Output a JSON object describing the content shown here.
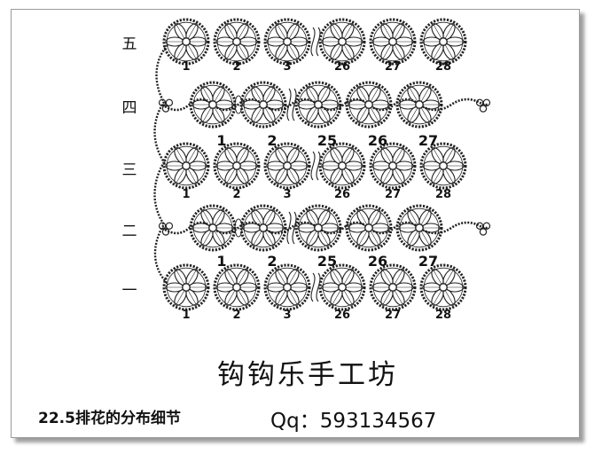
{
  "rows": [
    {
      "label": "五",
      "type": "A",
      "numbers": [
        "1",
        "2",
        "3",
        "26",
        "27",
        "28"
      ]
    },
    {
      "label": "四",
      "type": "B",
      "numbers": [
        "1",
        "2",
        "25",
        "26",
        "27"
      ]
    },
    {
      "label": "三",
      "type": "A",
      "numbers": [
        "1",
        "2",
        "3",
        "26",
        "27",
        "28"
      ]
    },
    {
      "label": "二",
      "type": "B",
      "numbers": [
        "1",
        "2",
        "25",
        "26",
        "27"
      ]
    },
    {
      "label": "一",
      "type": "A",
      "numbers": [
        "1",
        "2",
        "3",
        "26",
        "27",
        "28"
      ]
    }
  ],
  "workshop_name": "钩钩乐手工坊",
  "caption": "22.5排花的分布细节",
  "qq": "Qq：593134567",
  "colors": {
    "ink": "#222222",
    "frame": "#9a9a9a",
    "shadow": "#9d9d9d"
  }
}
